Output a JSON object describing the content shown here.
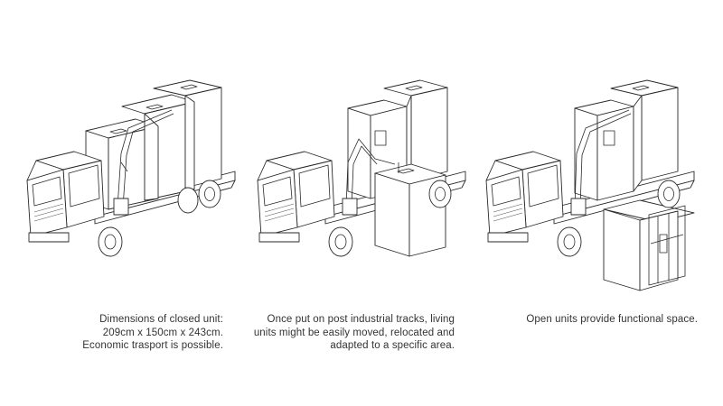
{
  "captions": [
    {
      "lines": [
        "Dimensions of closed unit:",
        "209cm x 150cm x 243cm.",
        "Economic trasport is possible."
      ]
    },
    {
      "lines": [
        "Once put on post industrial tracks, living",
        "units might be easily moved, relocated and",
        "adapted to a specific area."
      ]
    },
    {
      "lines": [
        "Open units provide functional space."
      ]
    }
  ]
}
